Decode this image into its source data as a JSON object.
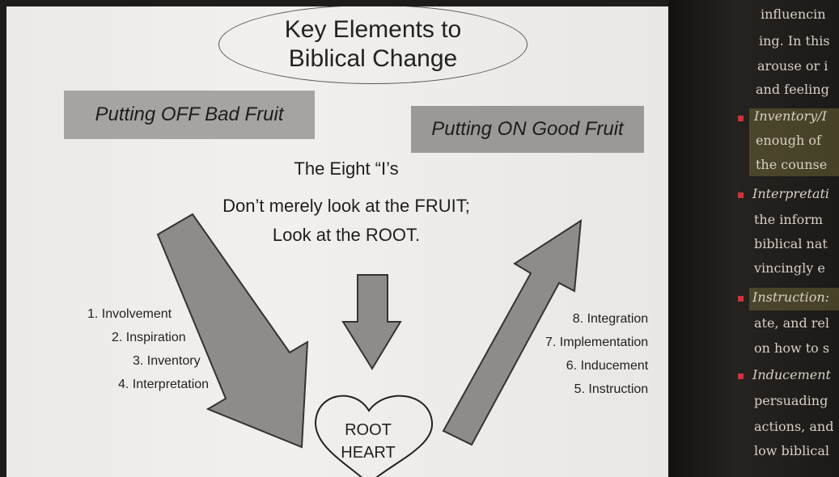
{
  "slide": {
    "title": "Key Elements to\nBiblical Change",
    "box_off": "Putting OFF Bad Fruit",
    "box_on": "Putting ON Good Fruit",
    "subtitle": "The Eight “I’s",
    "line1": "Don’t merely look at the FRUIT;",
    "line2": "Look at the ROOT.",
    "left_list": [
      "1. Involvement",
      "2. Inspiration",
      "3. Inventory",
      "4. Interpretation"
    ],
    "right_list": [
      "8. Integration",
      "7. Implementation",
      "6. Inducement",
      "5. Instruction"
    ],
    "heart_line1": "ROOT",
    "heart_line2": "HEART"
  },
  "book": {
    "lines": [
      "influencin",
      "ing. In this",
      "arouse or i",
      "and feeling",
      "Inventory/I",
      "enough of",
      "the counse",
      "Interpretati",
      "the inform",
      "biblical nat",
      "vincingly e",
      "Instruction:",
      "ate, and rel",
      "on how to s",
      "Inducement",
      "persuading",
      "actions, and",
      "low biblical"
    ],
    "bullet_color": "#d0323a"
  }
}
